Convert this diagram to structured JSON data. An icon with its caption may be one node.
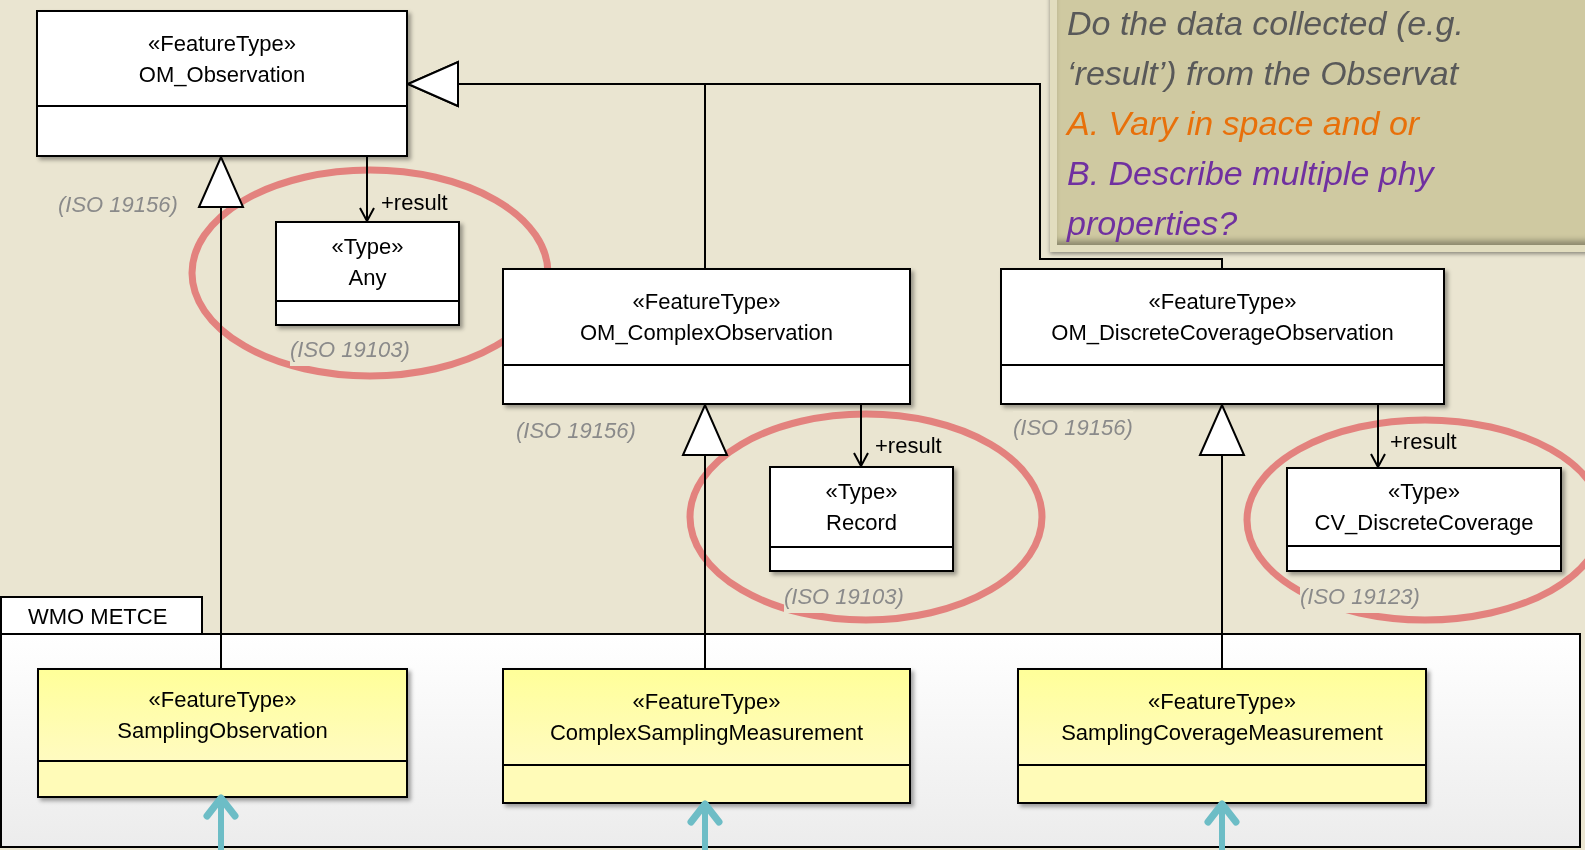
{
  "diagram": {
    "nodes": [
      {
        "text": [
          "«FeatureType»",
          "OM_Observation"
        ],
        "beside": [
          "(ISO 19156)"
        ]
      },
      {
        "text": [
          "«Type»",
          "Any"
        ],
        "beside": [
          "(ISO 19103)"
        ]
      },
      {
        "text": [
          "«FeatureType»",
          "OM_ComplexObservation"
        ],
        "beside": [
          "(ISO 19156)"
        ]
      },
      {
        "text": [
          "«Type»",
          "Record"
        ],
        "beside": [
          "(ISO 19103)"
        ]
      },
      {
        "text": [
          "«FeatureType»",
          "OM_DiscreteCoverageObservation"
        ],
        "beside": [
          "(ISO 19156)"
        ]
      },
      {
        "text": [
          "«Type»",
          "CV_DiscreteCoverage"
        ],
        "beside": [
          "(ISO 19123)"
        ]
      },
      {
        "text": [
          "WMO METCE"
        ]
      },
      {
        "text": [
          "«FeatureType»",
          "SamplingObservation"
        ],
        "in": 6
      },
      {
        "text": [
          "«FeatureType»",
          "ComplexSamplingMeasurement"
        ],
        "in": 6
      },
      {
        "text": [
          "«FeatureType»",
          "SamplingCoverageMeasurement"
        ],
        "in": 6
      }
    ],
    "edges": [
      {
        "from": 0,
        "to": 1,
        "arrow": "to",
        "label": "+result"
      },
      {
        "from": 2,
        "to": 0,
        "arrow": "to"
      },
      {
        "from": 4,
        "to": 0,
        "arrow": "to"
      },
      {
        "from": 7,
        "to": 0,
        "arrow": "to"
      },
      {
        "from": 2,
        "to": 3,
        "arrow": "to",
        "label": "+result"
      },
      {
        "from": 8,
        "to": 2,
        "arrow": "to"
      },
      {
        "from": 4,
        "to": 5,
        "arrow": "to",
        "label": "+result"
      },
      {
        "from": 9,
        "to": 4,
        "arrow": "to"
      },
      {
        "from": null,
        "to": 7,
        "arrow": "to",
        "style": "thick",
        "color": "#6dbdc6"
      },
      {
        "from": null,
        "to": 8,
        "arrow": "to",
        "style": "thick",
        "color": "#6dbdc6"
      },
      {
        "from": null,
        "to": 9,
        "arrow": "to",
        "style": "thick",
        "color": "#6dbdc6"
      }
    ],
    "labels": [
      "Do the data collected (e.g.",
      "‘result’) from the Observat",
      "A. Vary in space and or",
      "B. Describe multiple phy properties?"
    ]
  }
}
